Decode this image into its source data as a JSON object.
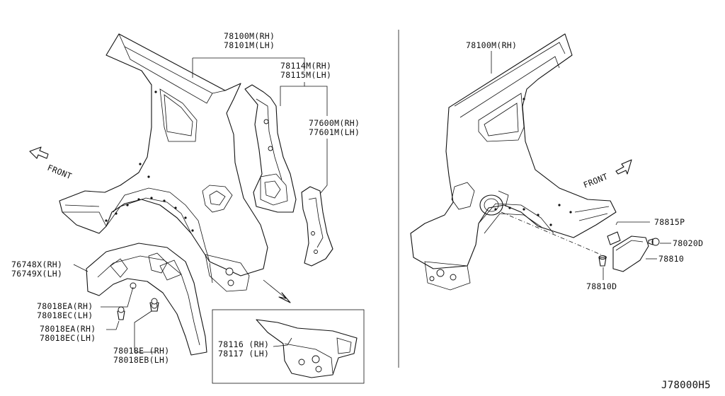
{
  "labels": {
    "p78100m_rh": "78100M(RH)",
    "p78101m_lh": "78101M(LH)",
    "p78114m_rh": "78114M(RH)",
    "p78115m_lh": "78115M(LH)",
    "p77600m_rh": "77600M(RH)",
    "p77601m_lh": "77601M(LH)",
    "front_left": "FRONT",
    "p76748x_rh": "76748X(RH)",
    "p76749x_lh": "76749X(LH)",
    "p78018ea_rh_1": "78018EA(RH)",
    "p78018ec_lh_1": "78018EC(LH)",
    "p78018ea_rh_2": "78018EA(RH)",
    "p78018ec_lh_2": "78018EC(LH)",
    "p78018e_rh": "78018E (RH)",
    "p78018eb_lh": "78018EB(LH)",
    "p78116_rh": "78116 (RH)",
    "p78117_lh": "78117 (LH)",
    "p78100m_rh_right": "78100M(RH)",
    "front_right": "FRONT",
    "p78815p": "78815P",
    "p78020d": "78020D",
    "p78810": "78810",
    "p78810d": "78810D",
    "diagram_id": "J78000H5"
  }
}
